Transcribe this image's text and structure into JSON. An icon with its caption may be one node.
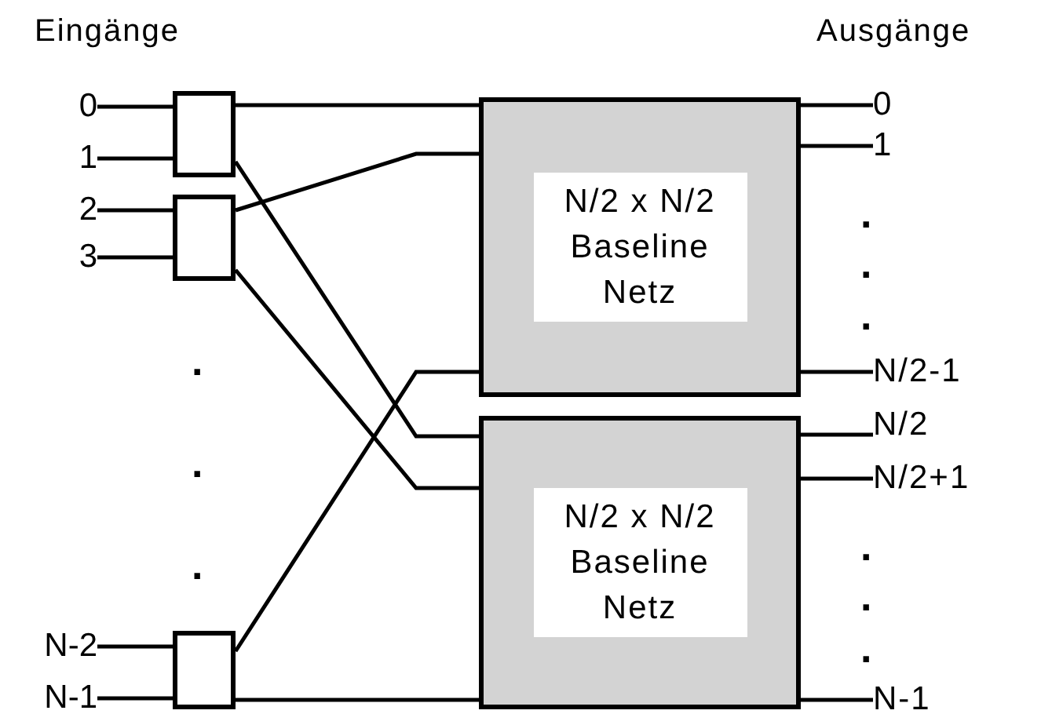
{
  "diagram": {
    "nodes": [
      {
        "text": [
          "0"
        ]
      },
      {
        "text": [
          "1"
        ]
      },
      {
        "text": [
          "2"
        ]
      },
      {
        "text": [
          "3"
        ]
      },
      {
        "text": [
          "N-2"
        ]
      },
      {
        "text": [
          "N-1"
        ]
      },
      {
        "text": [],
        "shape": "box"
      },
      {
        "text": [],
        "shape": "box"
      },
      {
        "text": [],
        "shape": "box"
      },
      {
        "text": [
          "N/2 x N/2 Baseline Netz"
        ]
      },
      {
        "text": [
          "N/2 x N/2 Baseline Netz"
        ]
      },
      {
        "text": [
          "0"
        ]
      },
      {
        "text": [
          "1"
        ]
      },
      {
        "text": [
          "N/2-1"
        ]
      },
      {
        "text": [
          "N/2"
        ]
      },
      {
        "text": [
          "N/2+1"
        ]
      },
      {
        "text": [
          "N-1"
        ]
      }
    ],
    "edges": [
      {
        "from": 0,
        "to": 6,
        "arrow": "none"
      },
      {
        "from": 1,
        "to": 6,
        "arrow": "none"
      },
      {
        "from": 2,
        "to": 7,
        "arrow": "none"
      },
      {
        "from": 3,
        "to": 7,
        "arrow": "none"
      },
      {
        "from": 4,
        "to": 8,
        "arrow": "none"
      },
      {
        "from": 5,
        "to": 8,
        "arrow": "none"
      },
      {
        "from": 6,
        "to": 9,
        "arrow": "none"
      },
      {
        "from": 6,
        "to": 10,
        "arrow": "none"
      },
      {
        "from": 7,
        "to": 9,
        "arrow": "none"
      },
      {
        "from": 7,
        "to": 10,
        "arrow": "none"
      },
      {
        "from": 8,
        "to": 9,
        "arrow": "none"
      },
      {
        "from": 8,
        "to": 10,
        "arrow": "none"
      },
      {
        "from": 9,
        "to": 11,
        "arrow": "none"
      },
      {
        "from": 9,
        "to": 12,
        "arrow": "none"
      },
      {
        "from": 9,
        "to": 13,
        "arrow": "none"
      },
      {
        "from": 10,
        "to": 14,
        "arrow": "none"
      },
      {
        "from": 10,
        "to": 15,
        "arrow": "none"
      },
      {
        "from": 10,
        "to": 16,
        "arrow": "none"
      }
    ],
    "labels": [
      "Eingänge",
      "Ausgänge",
      ".",
      ".",
      ".",
      ".",
      ".",
      ".",
      ".",
      ".",
      "."
    ]
  }
}
